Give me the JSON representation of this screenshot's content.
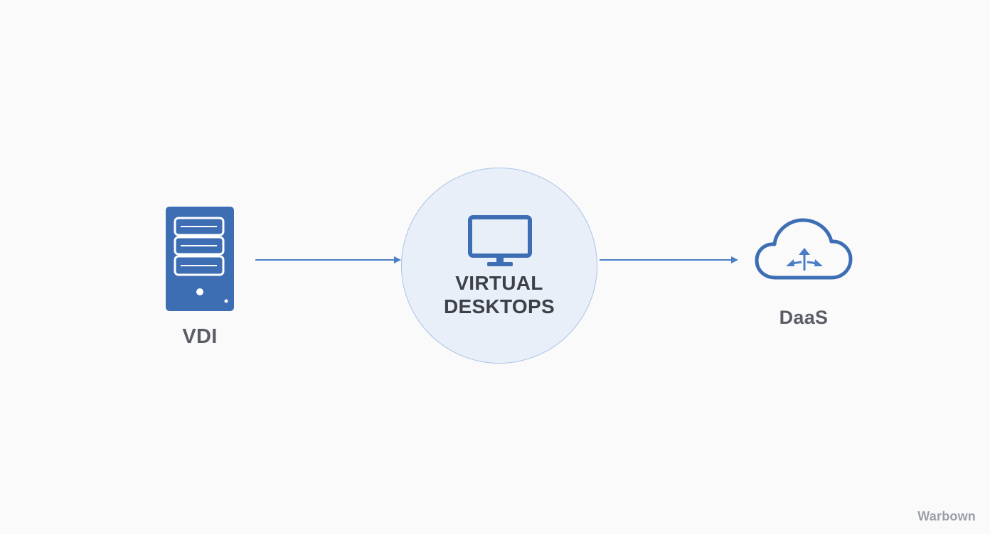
{
  "nodes": {
    "left": {
      "label": "VDI",
      "icon": "server-icon"
    },
    "center": {
      "line1": "VIRTUAL",
      "line2": "DESKTOPS",
      "icon": "monitor-icon"
    },
    "right": {
      "label": "DaaS",
      "icon": "cloud-icon"
    }
  },
  "watermark": "Warbown",
  "colors": {
    "accent": "#3d6eb4",
    "arrow": "#4a7fc6",
    "circle_fill": "#e9eff8",
    "circle_stroke": "#a9c3e6",
    "label_text": "#5a5d66",
    "center_text": "#3d4049",
    "background": "#fafafa"
  }
}
